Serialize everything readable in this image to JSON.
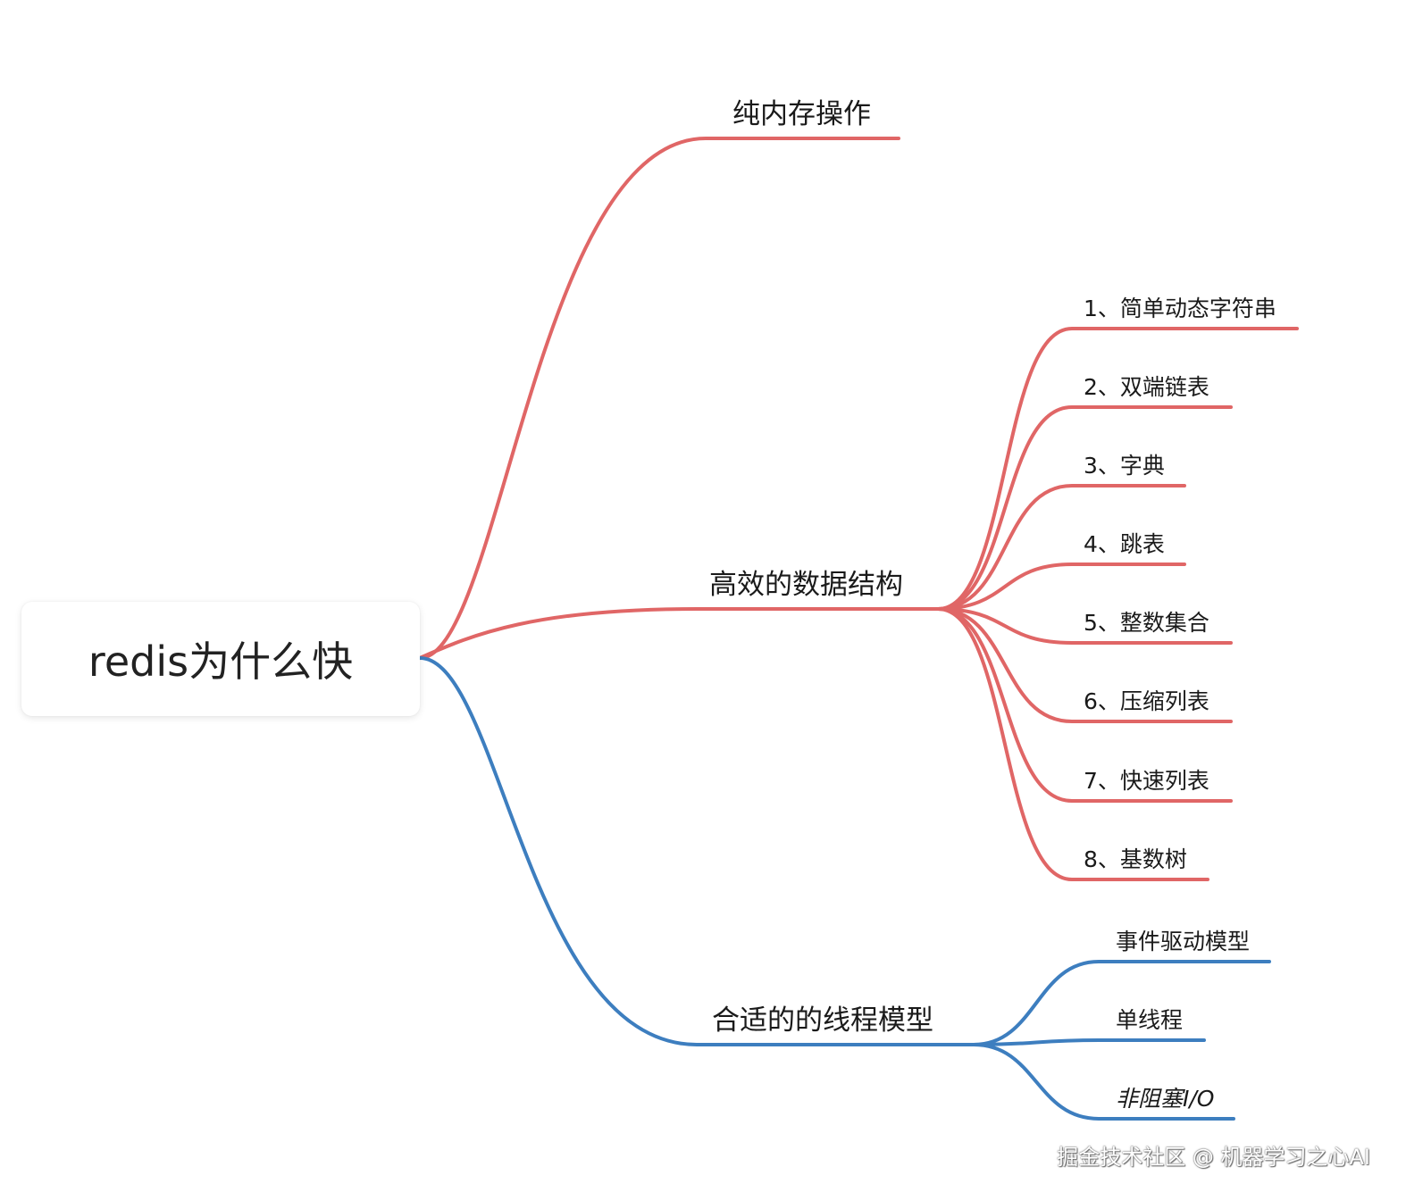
{
  "colors": {
    "red_branch": "#e06666",
    "blue_branch": "#3d7ebf"
  },
  "root": {
    "label": "redis为什么快"
  },
  "branches": [
    {
      "label": "纯内存操作",
      "color": "red",
      "children": []
    },
    {
      "label": "高效的数据结构",
      "color": "red",
      "children": [
        "1、简单动态字符串",
        "2、双端链表",
        "3、字典",
        "4、跳表",
        "5、整数集合",
        "6、压缩列表",
        "7、快速列表",
        "8、基数树"
      ]
    },
    {
      "label": "合适的的线程模型",
      "color": "blue",
      "children": [
        "事件驱动模型",
        "单线程",
        "非阻塞I/O"
      ]
    }
  ],
  "watermark": "掘金技术社区 @ 机器学习之心AI"
}
